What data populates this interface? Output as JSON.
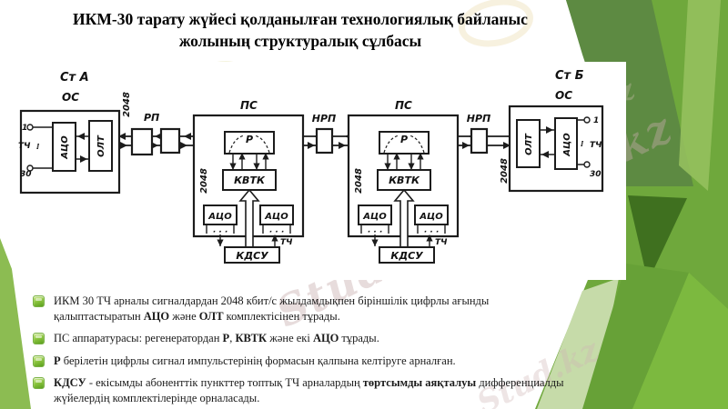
{
  "title": {
    "line1": "ИКМ-30 тарату жүйесі қолданылған  технологиялық байланыс",
    "line2": "жолының структуралық сұлбасы"
  },
  "watermark": {
    "long": "Stud.kz – Stud.kz",
    "short": "Stud.kz"
  },
  "colors": {
    "green_base": "#6fa83c",
    "green_sage": "#5d8a42",
    "green_bright": "#7cb93f",
    "green_medium": "#67a137",
    "green_dark": "#3f701f",
    "green_pale": "#c6dba9",
    "green_stripe": "#98c25f",
    "left_wedge": "#8cbc52",
    "bullet_icon": "#8dc63f"
  },
  "diagram": {
    "station_a": "Ст А",
    "station_b": "Ст Б",
    "os": "ОС",
    "ps": "ПС",
    "rp": "РП",
    "nrp": "НРП",
    "r": "Р",
    "atso": "АЦО",
    "olt": "ОЛТ",
    "kvtk": "КВТК",
    "kdsu": "КДСУ",
    "rate": "2048",
    "tch": "ТЧ",
    "ch_first": "1",
    "ch_last": "30",
    "dots_h": "· · ·",
    "dots_v": "⁞"
  },
  "bullets": [
    {
      "parts": {
        "p0": "ИКМ 30 ТЧ арналы сигналдардан 2048 кбит/с жылдамдықпен  біріншілік цифрлы ағынды қалыптастыратын ",
        "p1": "АЦО",
        "p2": "  және  ",
        "p3": "ОЛТ",
        "p4": " комплектісінен тұрады."
      }
    },
    {
      "parts": {
        "p0": "ПС аппаратурасы: регенератордан ",
        "p1": "Р",
        "p2": ",  ",
        "p3": "КВТК",
        "p4": " және екі ",
        "p5": "АЦО",
        "p6": " тұрады."
      }
    },
    {
      "parts": {
        "p0": "Р",
        "p1": "  берілетін цифрлы сигнал импульстерінің формасын қалпына келтіруге арналған."
      }
    },
    {
      "parts": {
        "p0": "КДСУ",
        "p1": " - екісымды абоненттік пункттер топтық ТЧ арналардың ",
        "p2": "төртсымды аяқталуы",
        "p3": " дифференциалды жүйелердің комплектілерінде орналасады."
      }
    }
  ]
}
